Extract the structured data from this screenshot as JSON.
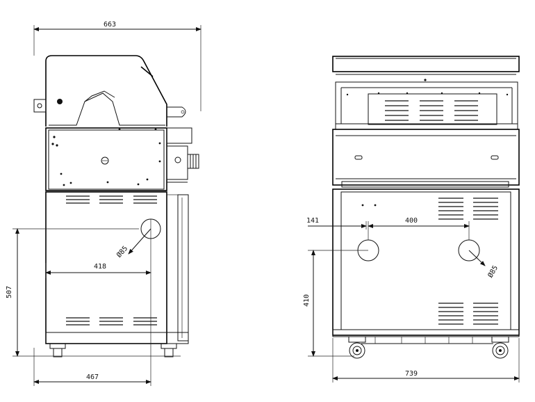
{
  "side_view": {
    "overall_width": "663",
    "height": "507",
    "hole_offset": "418",
    "hole_diameter": "Ø85",
    "base_offset": "467"
  },
  "front_view": {
    "left_offset": "141",
    "hole_spacing": "400",
    "hole_diameter": "Ø85",
    "height": "410",
    "overall_width": "739"
  }
}
